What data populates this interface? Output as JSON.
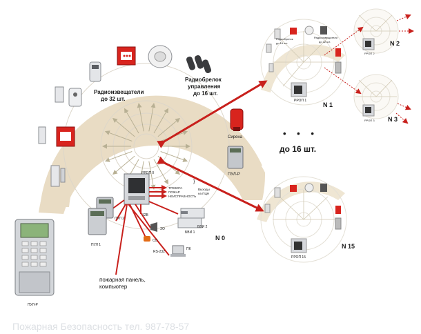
{
  "labels": {
    "detectors": [
      "Радиоизвещатели",
      "до 32 шт."
    ],
    "keyfob": [
      "Радиобрелок",
      "управления",
      "до 16 шт."
    ],
    "siren": "Сирена",
    "pulr_main": "ПУЛ-Р",
    "rrop_center": "РРОП 0",
    "n0": "N 0",
    "n1": "N 1",
    "n2": "N 2",
    "n3": "N 3",
    "n15": "N 15",
    "dots": "• • •",
    "upto16": "до 16 шт.",
    "outputs": [
      "ТРЕВОГА",
      "ПОЖАР",
      "НЕИСПРАВНОСТЬ"
    ],
    "outputs_note": [
      "Выходы",
      "на ПЦН"
    ],
    "v12": "12В",
    "zo": "ЗО",
    "co": "СО",
    "rs232": "RS-232",
    "pk": "ПК",
    "bvi1": "БВИ 1",
    "bvi2": "БВИ 2",
    "pul1": "ПУЛ 1",
    "pul2": "ПУЛ 2",
    "panel_pc": [
      "пожарная панель,",
      "компьютер"
    ],
    "pulr_left": "ПУЛ-Р",
    "rrop1": "РРОП 1",
    "rrop2": "РРОП 2",
    "rrop3": "РРОП 3",
    "rrop15": "РРОП 15",
    "mini_detectors": [
      "Радиоизвещатели",
      "до 32 шт."
    ],
    "mini_keyfob": [
      "Радиобрелок",
      "до 16 шт."
    ],
    "watermark": "Пожарная Безопасность тел. 987-78-57"
  },
  "colors": {
    "arc": "#e9dcc4",
    "arrow_red": "#c8201c",
    "arrow_light": "#b8b094",
    "panel": "#c9ccd0",
    "text": "#1a1a1a"
  },
  "icons": [
    "pir-detector-icon",
    "manual-call-point-icon",
    "smoke-detector-icon",
    "keyfob-icon",
    "siren-icon",
    "keypad-icon",
    "radio-panel-icon",
    "siren-zo-icon",
    "computer-icon"
  ]
}
